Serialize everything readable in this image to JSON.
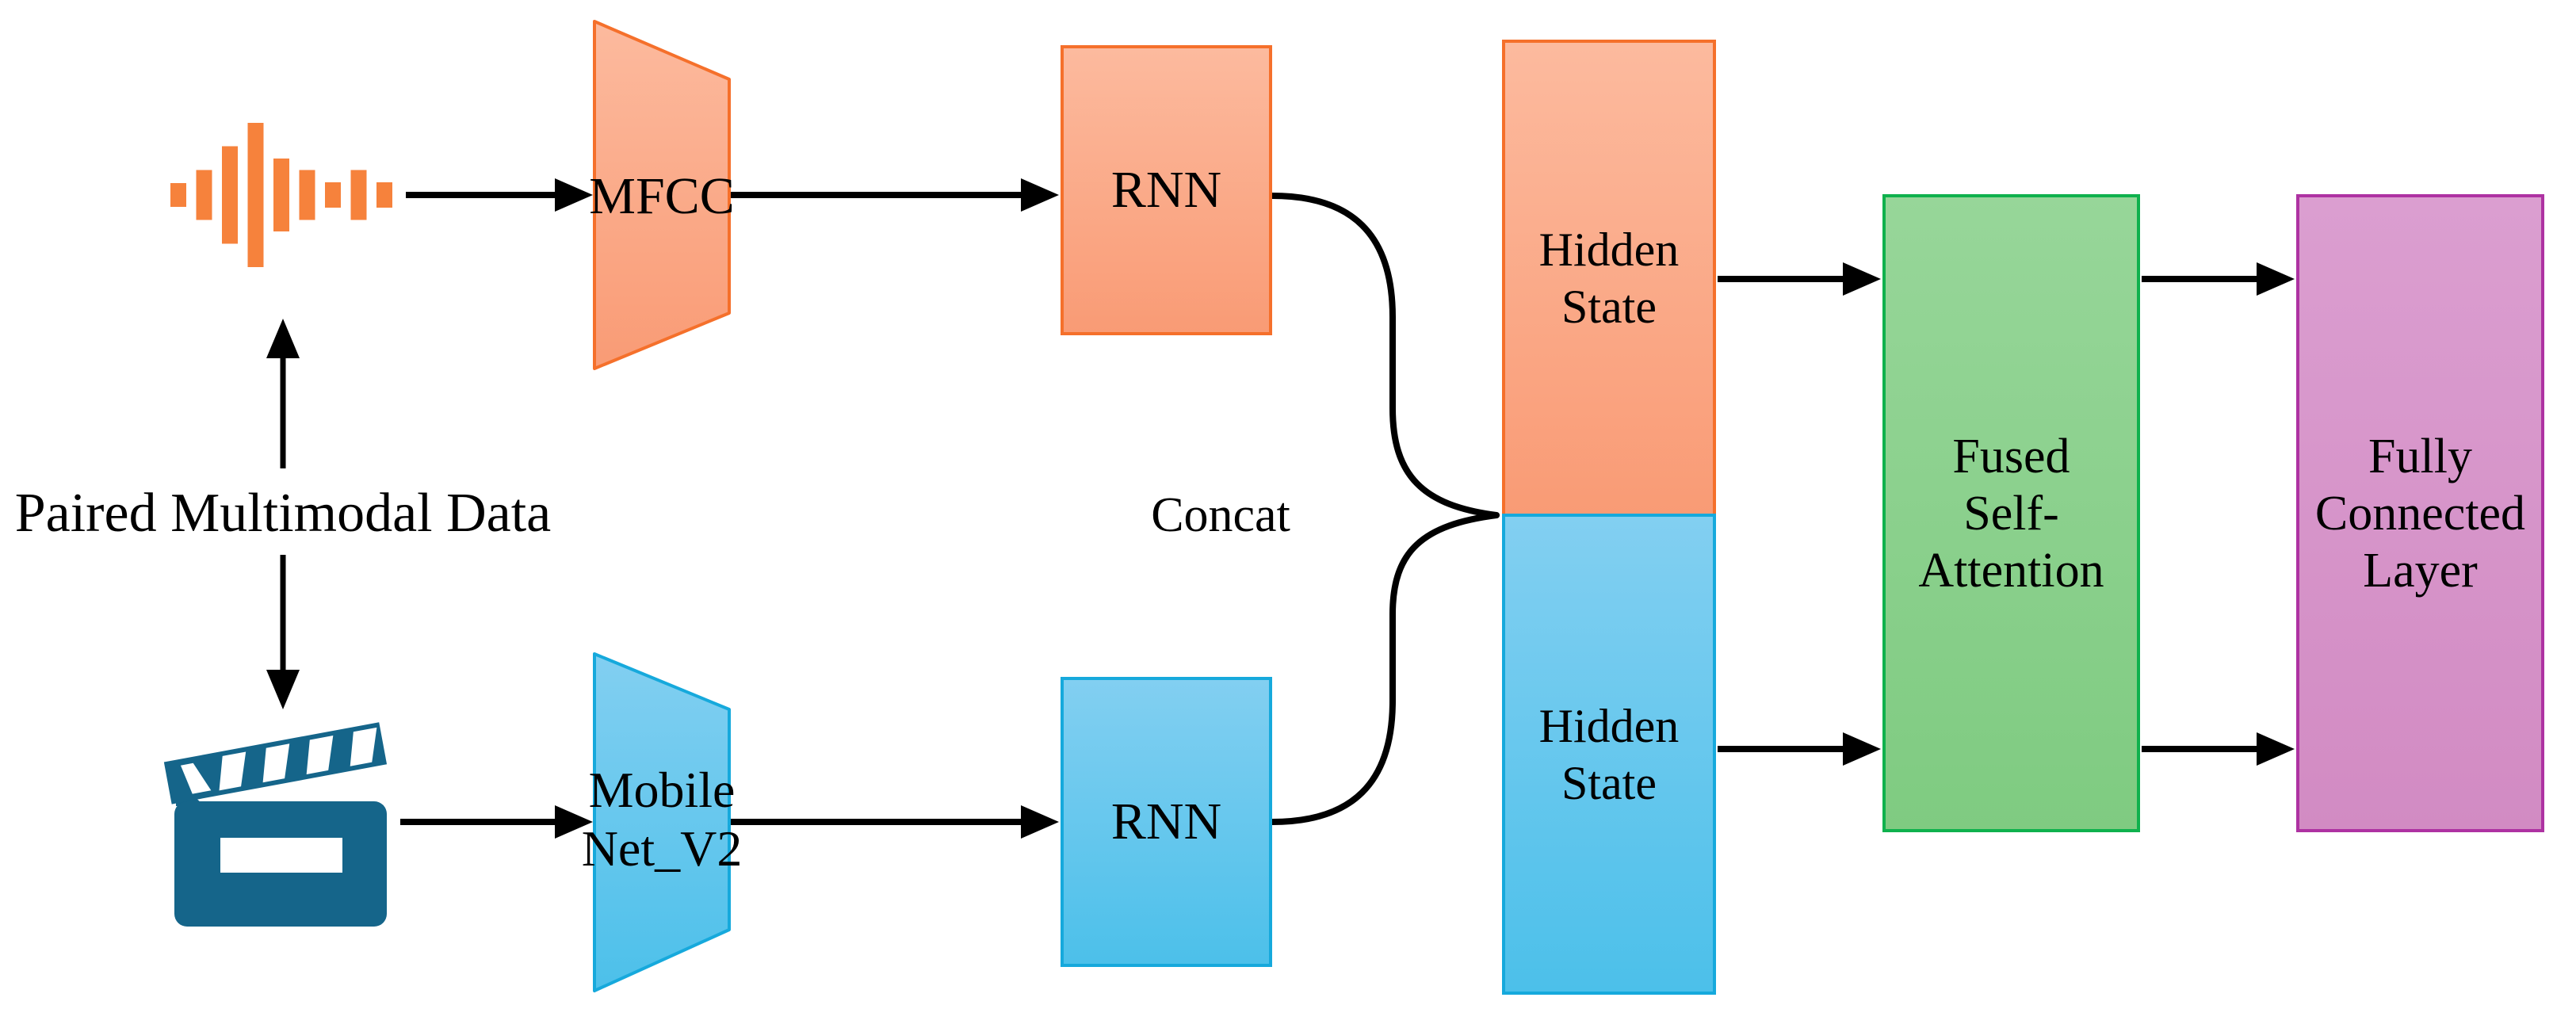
{
  "diagram": {
    "type": "neural-network-architecture-flowchart",
    "description_visible_text_only": true
  },
  "labels": {
    "paired_data": "Paired Multimodal Data",
    "concat": "Concat"
  },
  "nodes": {
    "mfcc": {
      "label": "MFCC",
      "shape": "trapezoid",
      "color_theme": "orange"
    },
    "mobilenet": {
      "lines": [
        "Mobile",
        "Net_V2"
      ],
      "shape": "trapezoid",
      "color_theme": "blue"
    },
    "rnn_audio": {
      "label": "RNN",
      "shape": "rectangle",
      "color_theme": "orange"
    },
    "rnn_video": {
      "label": "RNN",
      "shape": "rectangle",
      "color_theme": "blue"
    },
    "hidden_state_audio": {
      "lines": [
        "Hidden",
        "State"
      ],
      "shape": "rectangle",
      "color_theme": "orange"
    },
    "hidden_state_video": {
      "lines": [
        "Hidden",
        "State"
      ],
      "shape": "rectangle",
      "color_theme": "blue"
    },
    "fused_self_attention": {
      "lines": [
        "Fused",
        "Self-",
        "Attention"
      ],
      "shape": "rectangle",
      "color_theme": "green"
    },
    "fully_connected_layer": {
      "lines": [
        "Fully",
        "Connected",
        "Layer"
      ],
      "shape": "rectangle",
      "color_theme": "purple"
    }
  },
  "icons": {
    "audio_waveform": {
      "name": "audio-waveform-icon",
      "bar_heights": [
        30,
        63,
        123,
        182,
        92,
        63,
        32,
        63,
        32
      ],
      "color": "#F6823C"
    },
    "video_clapperboard": {
      "name": "video-clapperboard-icon",
      "color": "#15658A"
    }
  },
  "colors": {
    "orange_border": "#F5702B",
    "orange_fill_light": "#FCBA9E",
    "orange_fill": "#F99B75",
    "blue_border": "#16A9DC",
    "blue_fill_light": "#82CFF1",
    "blue_fill": "#4CC0EA",
    "green_border": "#0FB14D",
    "green_fill_light": "#97D699",
    "green_fill": "#7FCB81",
    "purple_border": "#AE32A2",
    "purple_fill_light": "#DB9ED0",
    "purple_fill": "#D28BC3",
    "icon_orange": "#F6823C",
    "icon_teal": "#15658A",
    "arrow_black": "#000000",
    "text_black": "#000000"
  }
}
